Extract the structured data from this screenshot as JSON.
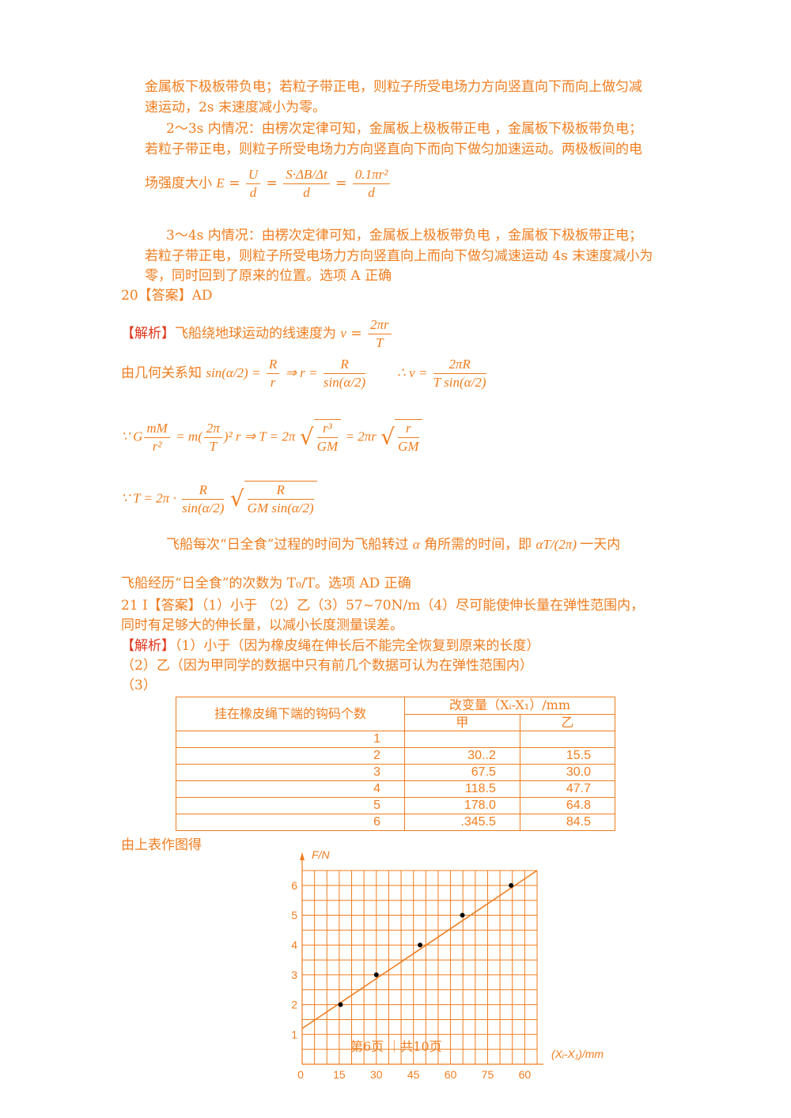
{
  "lines": {
    "l1": "金属板下极板带负电；若粒子带正电，则粒子所受电场力方向竖直向下而向上做匀减",
    "l2": "速运动，2s 末速度减小为零。",
    "l3": "2～3s 内情况：由楞次定律可知，金属板上极板带正电 ，金属板下极板带负电；",
    "l4": "若粒子带正电，则粒子所受电场力方向竖直向下而向下做匀加速运动。两极板间的电",
    "l5": "场强度大小",
    "l6": "3～4s 内情况：由楞次定律可知，金属板上极板带负电 ，金属板下极板带正电；",
    "l7": "若粒子带正电，则粒子所受电场力方向竖直向上而向下做匀减速运动 4s 末速度减小为",
    "l8": "零，同时回到了原来的位置。选项 A 正确",
    "l9": "20【答案】AD",
    "l10_tag": "【解析】",
    "l10": "飞船绕地球运动的线速度为",
    "l11": "由几何关系知",
    "l12": "飞船每次“日全食”过程的时间为飞船转过",
    "l12b": "角所需的时间，即",
    "l12c": "一天内",
    "l13": "飞船经历“日全食”的次数为 T₀/T。选项 AD 正确",
    "l14": "21 Ⅰ【答案】（1）小于 （2）乙（3）57~70N/m（4）尽可能使伸长量在弹性范围内，",
    "l15": "同时有足够大的伸长量，以减小长度测量误差。",
    "l16_tag": "【解析】",
    "l16": "（1）小于（因为橡皮绳在伸长后不能完全恢复到原来的长度）",
    "l17": "（2）乙（因为甲同学的数据中只有前几个数据可认为在弹性范围内）",
    "l18": "（3）",
    "l19": "由上表作图得"
  },
  "table": {
    "header1": "挂在橡皮绳下端的钩码个数",
    "header2": "改变量（Xᵢ-X₁）/mm",
    "sub1": "甲",
    "sub2": "乙",
    "rows": [
      [
        "1",
        "",
        ""
      ],
      [
        "2",
        "30..2",
        "15.5"
      ],
      [
        "3",
        "67.5",
        "30.0"
      ],
      [
        "4",
        "118.5",
        "47.7"
      ],
      [
        "5",
        "178.0",
        "64.8"
      ],
      [
        "6",
        ".345.5",
        "84.5"
      ]
    ]
  },
  "chart_data": {
    "type": "scatter",
    "ylabel": "F/N",
    "xlabel": "(Xᵢ-X₁)/mm",
    "x_ticks": [
      "0",
      "15",
      "30",
      "45",
      "60",
      "75",
      "60"
    ],
    "y_ticks": [
      "1",
      "2",
      "3",
      "4",
      "5",
      "6"
    ],
    "points": [
      [
        15.5,
        2
      ],
      [
        30.0,
        3
      ],
      [
        47.7,
        4
      ],
      [
        64.8,
        5
      ],
      [
        84.5,
        6
      ]
    ],
    "fit_line": [
      [
        0,
        1.2
      ],
      [
        95,
        6.5
      ]
    ],
    "xlim": [
      0,
      95
    ],
    "ylim": [
      0,
      6.5
    ],
    "color": "#f07d1e"
  },
  "page_number": "第6页 ｜共10页"
}
